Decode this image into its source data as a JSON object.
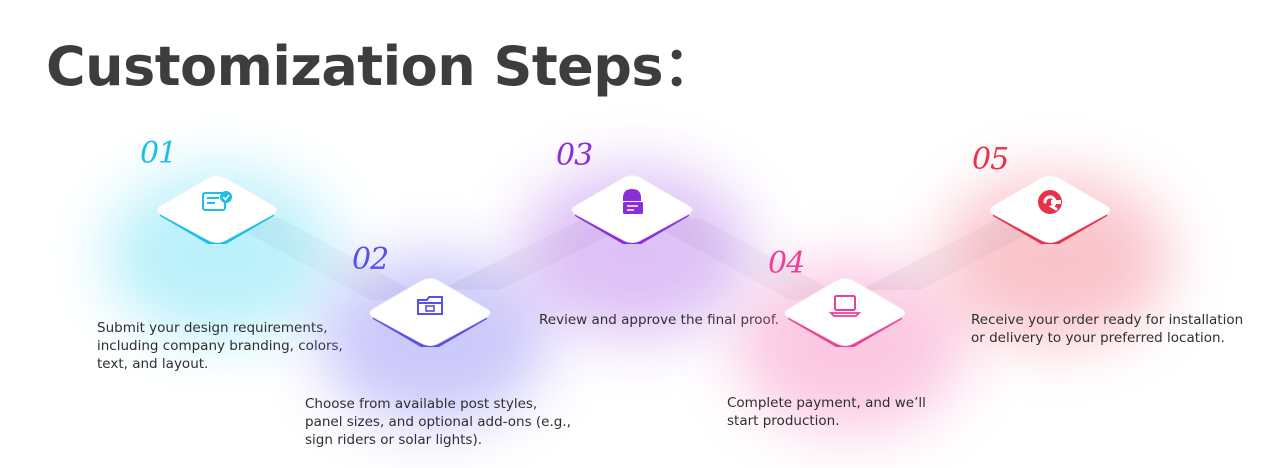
{
  "title": "Customization Steps：",
  "steps": [
    {
      "number": "01",
      "icon": "document-form-icon",
      "color": "#1bbfe9",
      "description": "Submit your design requirements,\nincluding company branding, colors,\ntext, and layout."
    },
    {
      "number": "02",
      "icon": "folder-icon",
      "color": "#5a4fe6",
      "description": "Choose from available post styles,\npanel sizes, and optional add-ons (e.g.,\nsign riders or solar lights)."
    },
    {
      "number": "03",
      "icon": "proof-approval-icon",
      "color": "#8b2ed8",
      "description": "Review and approve the final proof."
    },
    {
      "number": "04",
      "icon": "laptop-icon",
      "color": "#ee3f98",
      "description": "Complete payment, and we’ll\nstart production."
    },
    {
      "number": "05",
      "icon": "wrench-circle-icon",
      "color": "#e8314a",
      "description": "Receive your order ready for installation\nor delivery to your preferred location."
    }
  ]
}
